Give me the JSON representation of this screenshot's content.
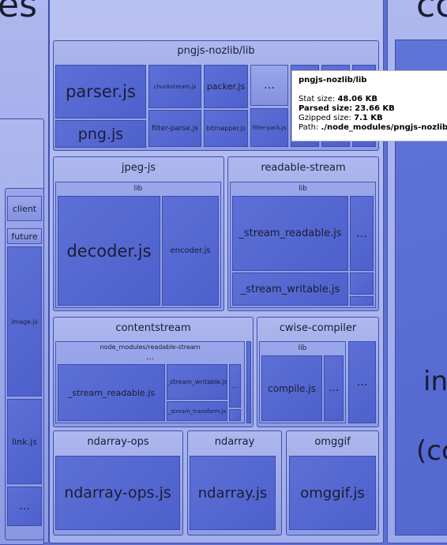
{
  "top_left_fragment": "es",
  "top_right_fragment": "cc",
  "right_fragments": {
    "line1": "in",
    "line2": "(cc"
  },
  "left_column": {
    "client": "client",
    "future": "future",
    "image": "image.js",
    "link": "link.js",
    "more": "…"
  },
  "pngjs": {
    "title": "pngjs-nozlib/lib",
    "parser": "parser.js",
    "png": "png.js",
    "chunkstream": "chunkstream.js",
    "filter_parse": "filter-parse.js",
    "packer": "packer.js",
    "bitmapper": "bitmapper.js",
    "more": "…",
    "filter_pack": "filter-pack.js"
  },
  "tooltip": {
    "title": "pngjs-nozlib/lib",
    "stat_label": "Stat size:",
    "stat_value": "48.06 KB",
    "parsed_label": "Parsed size:",
    "parsed_value": "23.66 KB",
    "gzip_label": "Gzipped size:",
    "gzip_value": "7.1 KB",
    "path_label": "Path:",
    "path_value": "./node_modules/pngjs-nozlib/lib"
  },
  "jpeg": {
    "title": "jpeg-js",
    "lib": "lib",
    "decoder": "decoder.js",
    "encoder": "encoder.js"
  },
  "readable": {
    "title": "readable-stream",
    "lib": "lib",
    "sr": "_stream_readable.js",
    "sw": "_stream_writable.js",
    "more": "…"
  },
  "contentstream": {
    "title": "contentstream",
    "nm": "node_modules/readable-stream",
    "more": "…",
    "sr": "_stream_readable.js",
    "sw": "_stream_writable.js",
    "st": "_stream_transform.js"
  },
  "cwise": {
    "title": "cwise-compiler",
    "lib": "lib",
    "compile": "compile.js",
    "more": "…"
  },
  "ndarray_ops": {
    "title": "ndarray-ops",
    "file": "ndarray-ops.js"
  },
  "ndarray": {
    "title": "ndarray",
    "file": "ndarray.js"
  },
  "omggif": {
    "title": "omggif",
    "file": "omggif.js"
  }
}
